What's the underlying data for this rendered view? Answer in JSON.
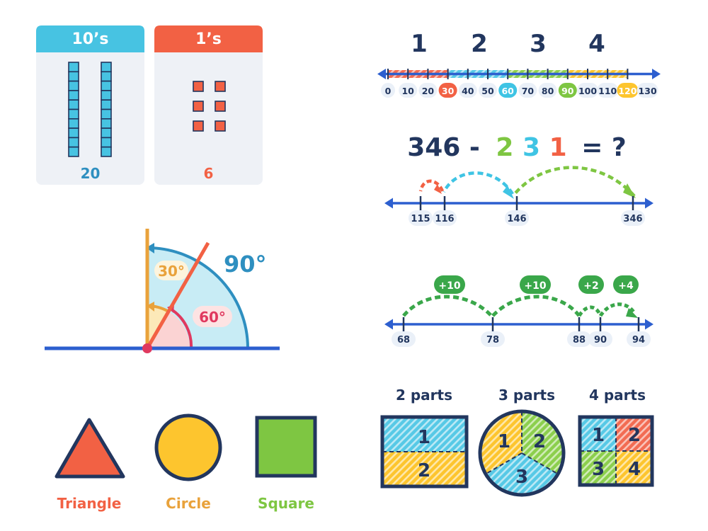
{
  "place_value": {
    "tens_header": "10’s",
    "ones_header": "1’s",
    "tens_value": "20",
    "ones_value": "6"
  },
  "skip_counting": {
    "group_labels": [
      "1",
      "2",
      "3",
      "4"
    ],
    "ticks": [
      "0",
      "10",
      "20",
      "30",
      "40",
      "50",
      "60",
      "70",
      "80",
      "90",
      "100",
      "110",
      "120",
      "130"
    ],
    "highlighted": [
      "30",
      "60",
      "90",
      "120"
    ]
  },
  "subtraction": {
    "eq_a": "346 -",
    "eq_b1": "2",
    "eq_b2": "3",
    "eq_b3": "1",
    "eq_end": "= ?",
    "ticks": [
      "115",
      "116",
      "146",
      "346"
    ]
  },
  "addition": {
    "jumps": [
      "+10",
      "+10",
      "+2",
      "+4"
    ],
    "ticks": [
      "68",
      "78",
      "88",
      "90",
      "94"
    ]
  },
  "angles": {
    "big": "90°",
    "small": "30°",
    "mid": "60°"
  },
  "shapes": {
    "triangle": "Triangle",
    "circle": "Circle",
    "square": "Square"
  },
  "fractions": {
    "two_title": "2 parts",
    "three_title": "3 parts",
    "four_title": "4 parts",
    "two": [
      "1",
      "2"
    ],
    "three": [
      "1",
      "2",
      "3"
    ],
    "four": [
      "1",
      "2",
      "3",
      "4"
    ]
  },
  "colors": {
    "navy": "#22365e",
    "blue": "#2d5fcf",
    "cyan": "#3fc4e4",
    "red": "#f26144",
    "green": "#7ec642",
    "yellow": "#fdc52e",
    "orange": "#e9a23b",
    "pink": "#e0395f",
    "teal": "#2e8fc0"
  }
}
